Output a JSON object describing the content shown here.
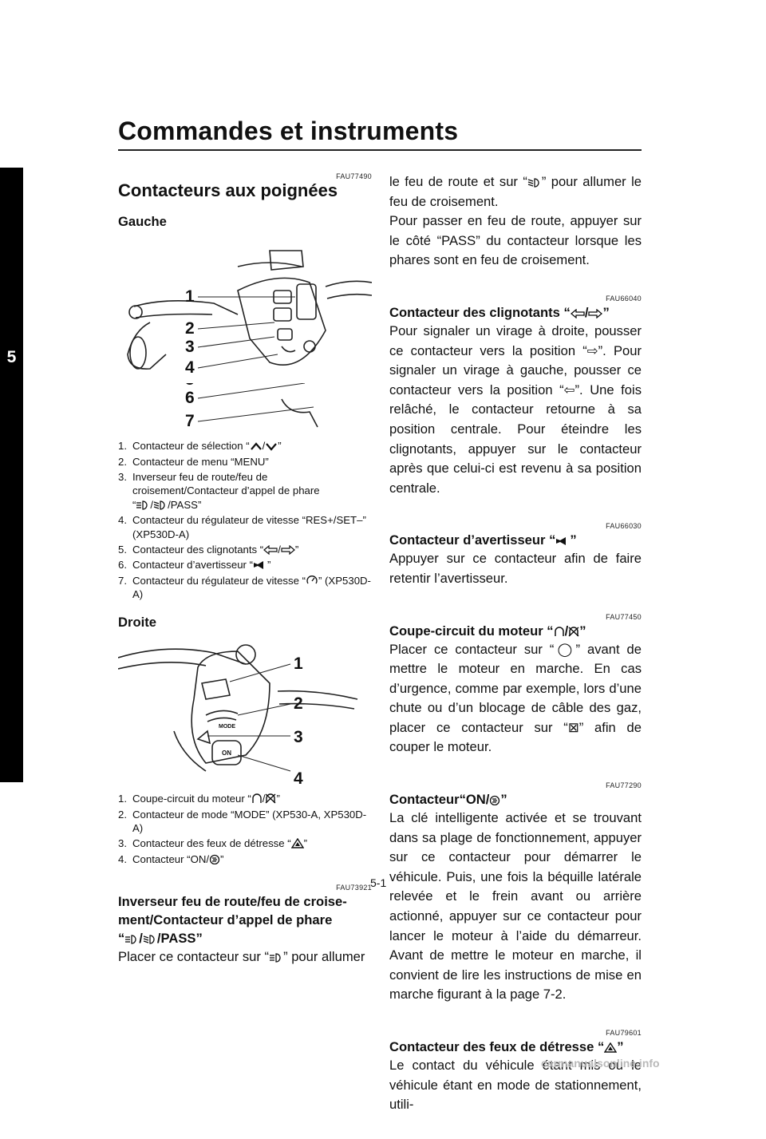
{
  "header": {
    "title": "Commandes et instruments"
  },
  "chapter_tab": "5",
  "page_number": "5-1",
  "watermark": "carmanualsonline.info",
  "left_column": {
    "section_code": "FAU77490",
    "section_title": "Contacteurs aux poignées",
    "gauche_label": "Gauche",
    "gauche_figure_numbers": [
      "1",
      "2",
      "3",
      "4",
      "5",
      "6",
      "7"
    ],
    "gauche_items": [
      {
        "n": "1.",
        "pre": "Contacteur de sélection “",
        "post": "”",
        "icons": [
          "up-chevron",
          "down-chevron"
        ]
      },
      {
        "n": "2.",
        "text": "Contacteur de menu “MENU”"
      },
      {
        "n": "3.",
        "text": "Inverseur feu de route/feu de croisement/Contacteur d’appel de phare",
        "pre": "“",
        "post": "/PASS”",
        "icons": [
          "high-beam",
          "low-beam"
        ]
      },
      {
        "n": "4.",
        "text": "Contacteur du régulateur de vitesse “RES+/SET–” (XP530D-A)"
      },
      {
        "n": "5.",
        "pre": "Contacteur des clignotants “",
        "post": "”",
        "icons": [
          "left-arrow",
          "right-arrow"
        ]
      },
      {
        "n": "6.",
        "pre": "Contacteur d’avertisseur “",
        "post": "”",
        "icons": [
          "horn"
        ]
      },
      {
        "n": "7.",
        "pre": "Contacteur du régulateur de vitesse “",
        "post": "” (XP530D-A)",
        "icons": [
          "cruise"
        ]
      }
    ],
    "droite_label": "Droite",
    "droite_figure_numbers": [
      "1",
      "2",
      "3",
      "4"
    ],
    "droite_figure_labels": [
      "MODE",
      "ON"
    ],
    "droite_items": [
      {
        "n": "1.",
        "pre": "Coupe-circuit du moteur “",
        "post": "”",
        "icons": [
          "run",
          "stop"
        ]
      },
      {
        "n": "2.",
        "text": "Contacteur de mode “MODE” (XP530-A, XP530D-A)"
      },
      {
        "n": "3.",
        "pre": "Contacteur des feux de détresse “",
        "post": "”",
        "icons": [
          "hazard"
        ]
      },
      {
        "n": "4.",
        "pre": "Contacteur “ON/",
        "post": "”",
        "icons": [
          "start"
        ]
      }
    ],
    "section2_code": "FAU73921",
    "section2_title_a": "Inverseur feu de route/feu de croise-",
    "section2_title_b": "ment/Contacteur d’appel de phare",
    "section2_title_c": "/PASS”",
    "section2_text_a": "Placer ce contacteur sur “",
    "section2_text_b": "” pour allumer"
  },
  "right_column": {
    "cont_a": "le feu de route et sur “",
    "cont_b": "” pour allumer le feu de croisement.",
    "cont_c": "Pour passer en feu de route, appuyer sur le côté “PASS” du contacteur lorsque les phares sont en feu de croisement.",
    "sections": [
      {
        "code": "FAU66040",
        "title": "Contacteur des clignotants “",
        "title_post": "”",
        "icons": [
          "left-arrow",
          "right-arrow"
        ],
        "text": "Pour signaler un virage à droite, pousser ce contacteur vers la position “⇨”. Pour signaler un virage à gauche, pousser ce contacteur vers la position “⇦”. Une fois relâché, le contacteur retourne à sa position centrale. Pour éteindre les clignotants, appuyer sur le contacteur après que celui-ci est revenu à sa position centrale."
      },
      {
        "code": "FAU66030",
        "title": "Contacteur d’avertisseur “",
        "title_post": "”",
        "icons": [
          "horn"
        ],
        "text": "Appuyer sur ce contacteur afin de faire retentir l’avertisseur."
      },
      {
        "code": "FAU77450",
        "title": "Coupe-circuit du moteur “",
        "title_post": "”",
        "icons": [
          "run",
          "stop"
        ],
        "text": "Placer ce contacteur sur “◯” avant de mettre le moteur en marche. En cas d’urgence, comme par exemple, lors d’une chute ou d’un blocage de câble des gaz, placer ce contacteur sur “⊠” afin de couper le moteur."
      },
      {
        "code": "FAU77290",
        "title": "Contacteur“ON/",
        "title_post": "”",
        "icons": [
          "start"
        ],
        "text": "La clé intelligente activée et se trouvant dans sa plage de fonctionnement, appuyer sur ce contacteur pour démarrer le véhicule. Puis, une fois la béquille latérale relevée et le frein avant ou arrière actionné, appuyer sur ce contacteur pour lancer le moteur à l’aide du démarreur. Avant de mettre le moteur en marche, il convient de lire les instructions de mise en marche figurant à la page 7-2."
      },
      {
        "code": "FAU79601",
        "title": "Contacteur des feux de détresse “",
        "title_post": "”",
        "icons": [
          "hazard"
        ],
        "text": "Le contact du véhicule étant mis ou le véhicule étant en mode de stationnement, utili-"
      }
    ]
  }
}
